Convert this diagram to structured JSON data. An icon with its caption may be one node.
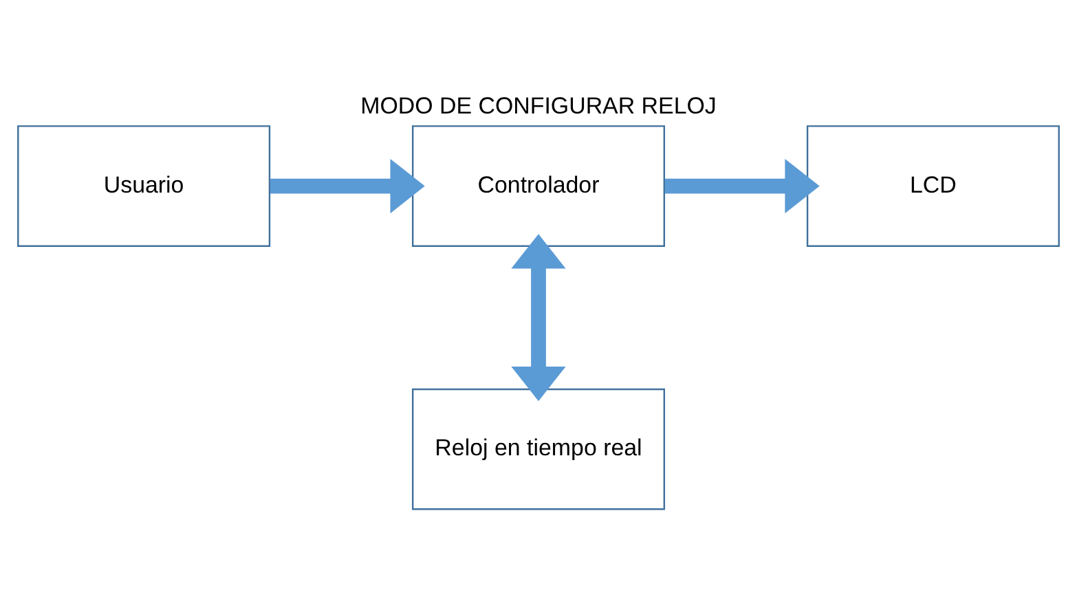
{
  "diagram": {
    "title": "MODO DE CONFIGURAR RELOJ",
    "nodes": [
      {
        "text": [
          "Usuario"
        ]
      },
      {
        "text": [
          "Controlador"
        ]
      },
      {
        "text": [
          "LCD"
        ]
      },
      {
        "text": [
          "Reloj en tiempo real"
        ]
      }
    ],
    "edges": [
      {
        "from": 0,
        "to": 1,
        "arrow": "to"
      },
      {
        "from": 1,
        "to": 2,
        "arrow": "to"
      },
      {
        "from": 1,
        "to": 3,
        "arrow": "both"
      }
    ]
  }
}
